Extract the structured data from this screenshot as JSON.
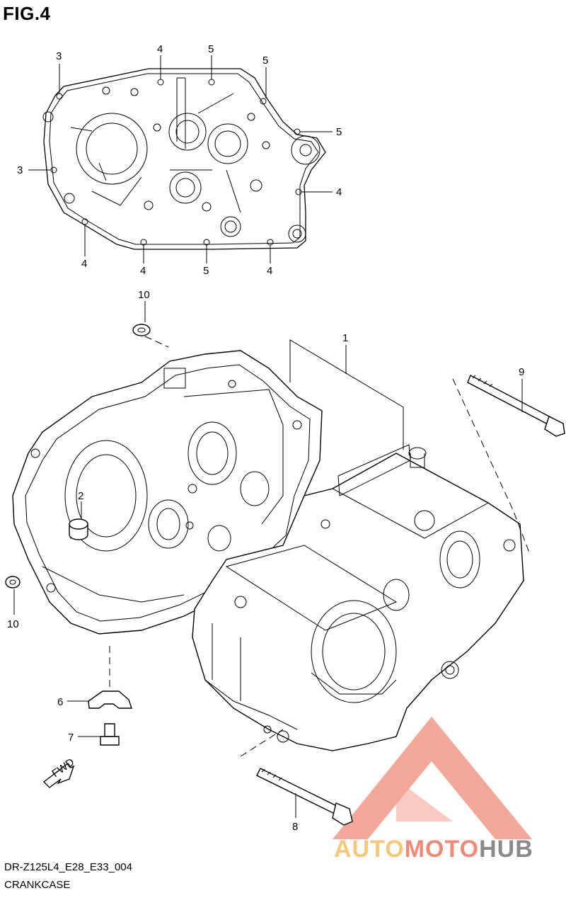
{
  "figure": {
    "title": "FIG.4"
  },
  "footer": {
    "code": "DR-Z125L4_E28_E33_004",
    "name": "CRANKCASE"
  },
  "brand": {
    "part1": "AUTO",
    "part2": "MOTO",
    "part3": "HUB",
    "colors": {
      "auto": "#f5c77a",
      "moto": "#f08a78",
      "hub": "#8a8a8a",
      "triangle": "#f08a78"
    }
  },
  "fwd_label": "FWD",
  "callouts": {
    "top": [
      "3",
      "4",
      "5",
      "5",
      "5",
      "3",
      "4",
      "4",
      "4",
      "5",
      "4"
    ],
    "main": [
      "10",
      "1",
      "9",
      "2",
      "10",
      "6",
      "7",
      "8"
    ]
  }
}
